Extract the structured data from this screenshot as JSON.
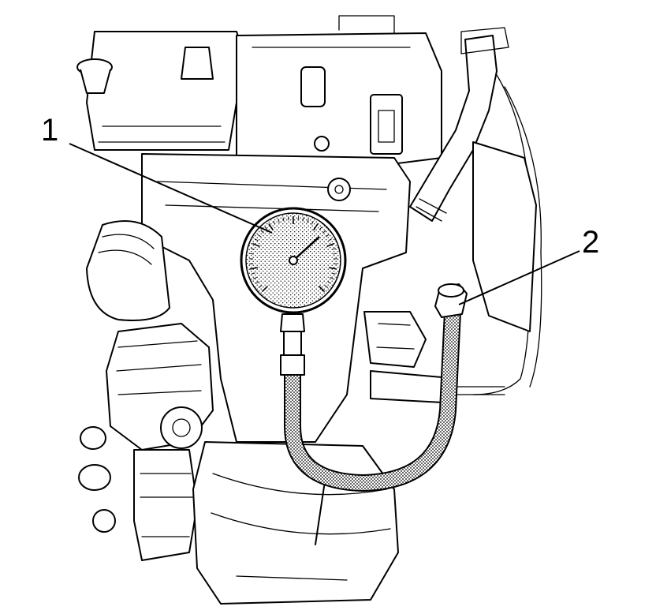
{
  "callouts": [
    {
      "id": "1",
      "label": "1"
    },
    {
      "id": "2",
      "label": "2"
    }
  ],
  "colors": {
    "line": "#000000",
    "background": "#ffffff",
    "stipple": "#000000"
  }
}
